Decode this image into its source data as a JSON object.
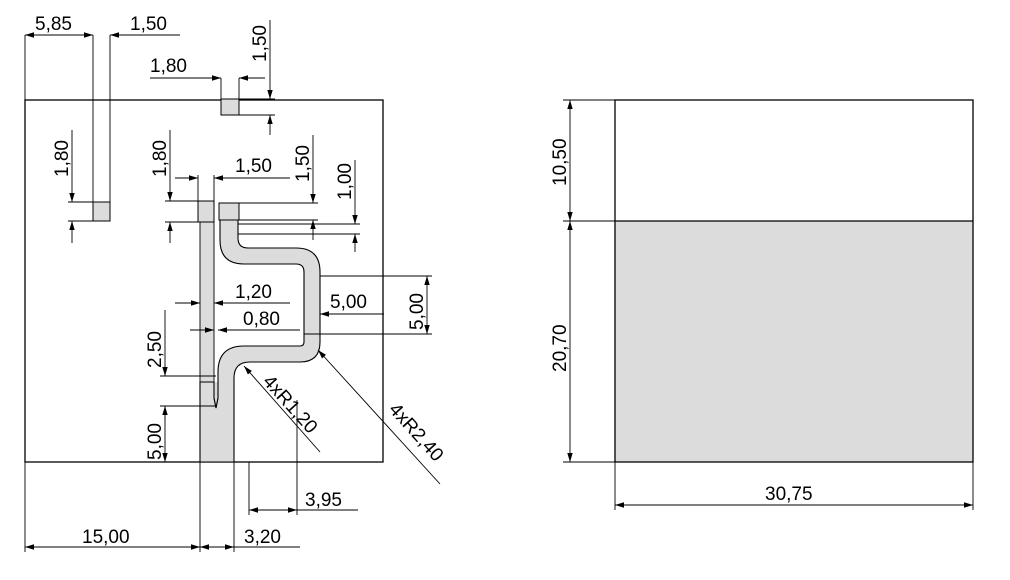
{
  "dimensions": {
    "left_offset_top": "5,85",
    "left_square_width": "1,50",
    "top_square_width": "1,80",
    "top_square_height": "1,50",
    "left_square_height": "1,80",
    "feed_square_height": "1,80",
    "feed_tab_width": "1,50",
    "feed_tab_height": "1,50",
    "feed_gap": "1,00",
    "strip_width": "1,20",
    "gap_width": "0,80",
    "jog_width": "5,00",
    "jog_height": "5,00",
    "taper_height": "2,50",
    "bottom_height": "5,00",
    "bend_inner_radius": "4xR1,20",
    "bend_outer_radius": "4xR2,40",
    "slot_offset": "3,95",
    "feed_offset": "3,20",
    "left_width": "15,00",
    "board_top_height": "10,50",
    "board_bottom_height": "20,70",
    "board_width": "30,75"
  },
  "colors": {
    "line": "#000000",
    "fill": "#dcdcdc",
    "background": "#ffffff"
  }
}
